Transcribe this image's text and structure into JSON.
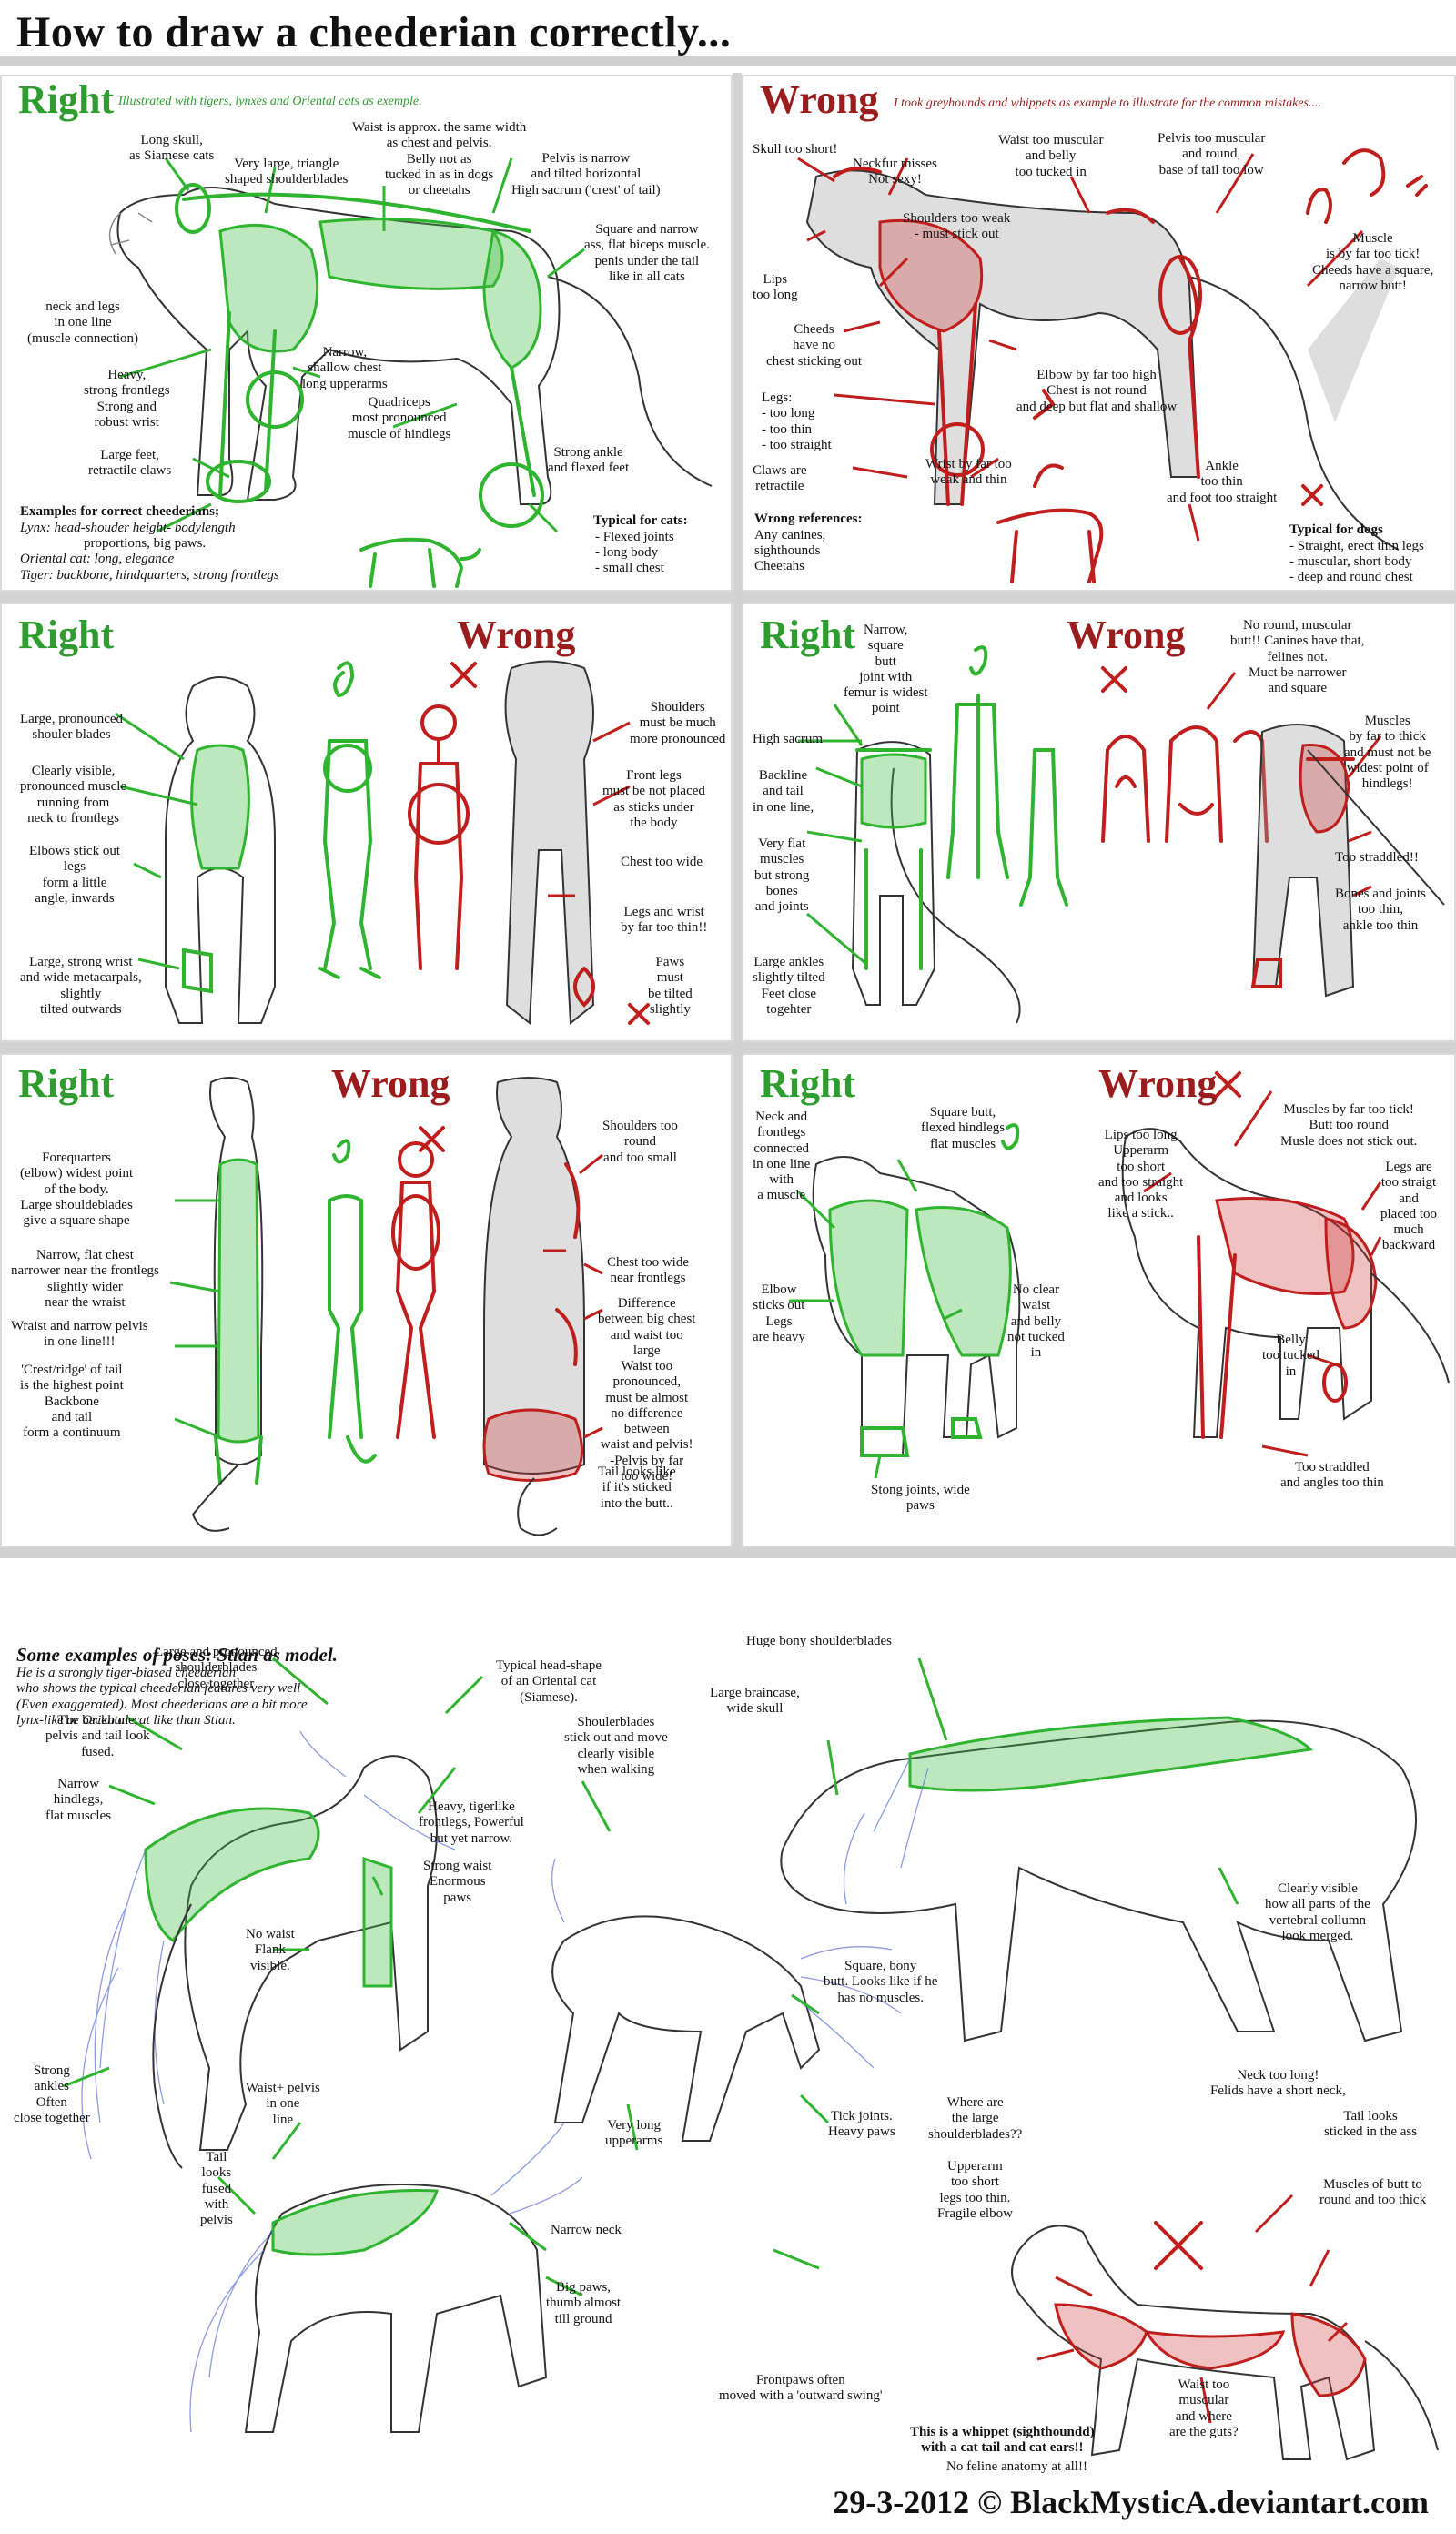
{
  "title": "How to draw a cheederian correctly...",
  "footer": "29-3-2012 © BlackMysticA.deviantart.com",
  "colors": {
    "right": "#2e9c2e",
    "wrong": "#9b1c1c",
    "panel_border": "#d9d9d9"
  },
  "panel1": {
    "right": "Right",
    "right_note": "Illustrated with tigers, lynxes and Oriental cats as exemple.",
    "wrong": "Wrong",
    "wrong_note": "I took greyhounds and whippets as example to illustrate for the common mistakes....",
    "left_notes": [
      "Long skull,\nas Siamese cats",
      "Very large, triangle\nshaped shoulderblades",
      "Waist is approx. the same width\nas chest and pelvis.\nBelly not as\ntucked in as in dogs\nor cheetahs",
      "Pelvis is narrow\nand tilted horizontal\nHigh sacrum ('crest' of tail)",
      "Square and narrow\nass, flat biceps muscle.\npenis under the tail\nlike in all cats",
      "neck and legs\nin one line\n(muscle connection)",
      "Narrow,\nshallow chest\nlong upperarms",
      "Heavy,\nstrong frontlegs\nStrong and\nrobust wrist",
      "Quadriceps\nmost pronounced\nmuscle of hindlegs",
      "Strong ankle\nand flexed feet",
      "Large feet,\nretractile claws"
    ],
    "examples_title": "Examples for correct cheederians;",
    "examples": [
      "Lynx: head-shouder height- bodylength",
      "proportions, big paws.",
      "Oriental cat: long, elegance",
      "Tiger: backbone, hindquarters, strong frontlegs"
    ],
    "typical_cats_title": "Typical for cats:",
    "typical_cats": [
      "- Flexed joints",
      "- long body",
      "- small chest"
    ],
    "right_notes": [
      "Skull too short!",
      "Neckfur misses\nNot sexy!",
      "Waist too muscular\nand belly\ntoo tucked in",
      "Pelvis too muscular\nand round,\nbase of tail too low",
      "Muscle\nis by far too tick!\nCheeds have a square,\nnarrow butt!",
      "Shoulders too weak\n- must stick out",
      "Lips\ntoo long",
      "Cheeds\nhave no\nchest sticking out",
      "Elbow by far too high\nChest is not round\nand deep but flat and shallow",
      "Legs:\n- too long\n- too thin\n- too straight",
      "Claws are\nretractile",
      "Wrist by far too\nweak and thin",
      "Ankle\ntoo thin\nand foot too straight"
    ],
    "wrong_refs_title": "Wrong references:",
    "wrong_refs": [
      "Any canines,",
      "sighthounds",
      "Cheetahs"
    ],
    "typical_dogs_title": "Typical for dogs",
    "typical_dogs": [
      "- Straight, erect thin legs",
      "- muscular, short body",
      "- deep and round chest"
    ]
  },
  "panel2": {
    "right": "Right",
    "wrong": "Wrong",
    "right_notes": [
      "Large, pronounced\nshouler blades",
      "Clearly visible,\npronounced muscle\nrunning from\nneck to frontlegs",
      "Elbows stick out\nlegs\nform a little\nangle, inwards",
      "Large, strong wrist\nand wide metacarpals,\nslightly\ntilted outwards"
    ],
    "wrong_notes": [
      "Shoulders\nmust be much\nmore pronounced",
      "Front legs\nmust be not placed\nas sticks under\nthe body",
      "Chest too wide",
      "Legs and wrist\nby far too thin!!",
      "Paws\nmust\nbe tilted\nslightly"
    ]
  },
  "panel3": {
    "right": "Right",
    "wrong": "Wrong",
    "right_notes": [
      "Narrow,\nsquare\nbutt\njoint with\nfemur is widest\npoint",
      "High sacrum",
      "Backline\nand tail\nin one line,",
      "Very flat\nmuscles\nbut strong\nbones\nand joints",
      "Large ankles\nslightly tilted\nFeet close\ntogehter"
    ],
    "wrong_notes": [
      "No round, muscular\nbutt!! Canines have that,\nfelines not.\nMuct be narrower\nand square",
      "Muscles\nby far to thick\nand must not be\nwidest point of\nhindlegs!",
      "Too straddled!!",
      "Bones and joints\ntoo thin,\nankle too thin"
    ]
  },
  "panel4": {
    "right": "Right",
    "wrong": "Wrong",
    "right_notes": [
      "Forequarters\n(elbow) widest point\nof the body.\nLarge shouldeblades\ngive a square shape",
      "Narrow, flat chest\nnarrower near the frontlegs\nslightly wider\nnear the wraist",
      "Wraist and narrow pelvis\nin one line!!!",
      "'Crest/ridge' of tail\nis the highest point\nBackbone\nand tail\nform a continuum"
    ],
    "wrong_notes": [
      "Shoulders too\nround\nand too small",
      "Chest too wide\nnear frontlegs",
      "Difference\nbetween big chest\nand waist too\nlarge\nWaist too\npronounced,\nmust be almost\nno difference\nbetween\nwaist and pelvis!\n-Pelvis by far\ntoo wide!",
      "Tail looks like\nif it's sticked\ninto the butt.."
    ]
  },
  "panel5": {
    "right": "Right",
    "wrong": "Wrong",
    "right_notes": [
      "Neck and\nfrontlegs\nconnected\nin one line\nwith\na muscle",
      "Square butt,\nflexed hindlegs\nflat muscles",
      "Elbow\nsticks out\nLegs\nare heavy",
      "No clear\nwaist\nand belly\nnot tucked\nin",
      "Stong joints, wide\npaws"
    ],
    "wrong_notes": [
      "Lips too long\nUpperarm\ntoo short\nand too straight\nand looks\nlike a stick..",
      "Muscles by far too tick!\nButt too round\nMusle does not stick out.",
      "Legs are\ntoo straigt\nand\nplaced too\nmuch\nbackward",
      "Belly\ntoo tucked\nin",
      "Too straddled\nand angles too thin"
    ]
  },
  "poses": {
    "title": "Some examples of poses: Stian as model.",
    "intro": "He is a strongly tiger-biased cheederian\nwho shows the typical cheederian features very well\n(Even exaggerated). Most cheederians are a bit more\nlynx-like or Oriental-cat like than Stian.",
    "notes": [
      "Typical head-shape\nof an Oriental cat\n(Siamese).",
      "Large and pronounced\nshoulderblades\nclose together",
      "The backbone,\npelvis and tail look\nfused.",
      "Narrow\nhindlegs,\nflat muscles",
      "Heavy, tigerlike\nfrontlegs, Powerful\nbut yet narrow.",
      "Strong waist\nEnormous\npaws",
      "No waist\nFlank\nvisible.",
      "Strong\nankles\nOften\nclose together",
      "Waist+ pelvis\nin one\nline",
      "Tail\nlooks\nfused\nwith\npelvis",
      "Shoulerblades\nstick out and move\nclearly visible\nwhen walking",
      "Square, bony\nbutt. Looks like if he\nhas no muscles.",
      "Very long\nupperarms",
      "Tick joints.\nHeavy paws",
      "Narrow neck",
      "Big paws,\nthumb almost\ntill ground",
      "Frontpaws often\nmoved with a 'outward swing'",
      "Huge bony shoulderblades",
      "Large braincase,\nwide skull",
      "Clearly visible\nhow all parts of the\nvertebral collumn\nlook merged."
    ],
    "wrong_notes": [
      "Neck too long!\nFelids have a short neck,",
      "Where are\nthe large\nshoulderblades??",
      "Tail looks\nsticked in the ass",
      "Upperarm\ntoo short\nlegs too thin.\nFragile elbow",
      "Muscles of butt to\nround and too thick",
      "Waist too\nmuscular\nand where\nare the guts?"
    ],
    "whippet_note": "This is a whippet (sighthoundd)\nwith a cat tail and cat ears!!",
    "whippet_sub": "No feline anatomy at all!!"
  }
}
